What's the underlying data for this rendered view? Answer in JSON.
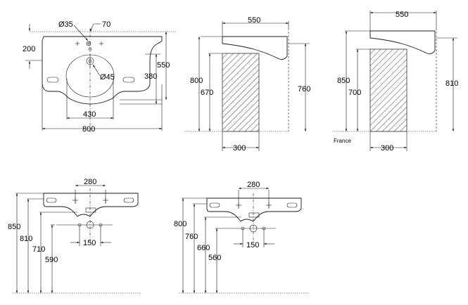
{
  "top_view": {
    "dims": {
      "tap_hole": "Ø35",
      "tap_offset": "70",
      "rim": "200",
      "depth_outer": "550",
      "depth_inner": "380",
      "bowl": "430",
      "width": "800",
      "waste": "Ø45"
    }
  },
  "side_view_1": {
    "dims": {
      "depth": "550",
      "height_rim": "800",
      "height_under": "670",
      "wall_height": "760",
      "pedestal": "300"
    }
  },
  "side_view_2": {
    "label": "France",
    "dims": {
      "depth": "550",
      "height_rim": "850",
      "height_under": "700",
      "wall_height": "810",
      "pedestal": "300"
    }
  },
  "front_view_1": {
    "dims": {
      "bracket_spacing": "280",
      "h1": "850",
      "h2": "810",
      "h3": "710",
      "h4": "590",
      "waste_spacing": "150"
    }
  },
  "front_view_2": {
    "dims": {
      "bracket_spacing": "280",
      "h1": "800",
      "h2": "760",
      "h3": "660",
      "h4": "560",
      "waste_spacing": "150"
    }
  }
}
